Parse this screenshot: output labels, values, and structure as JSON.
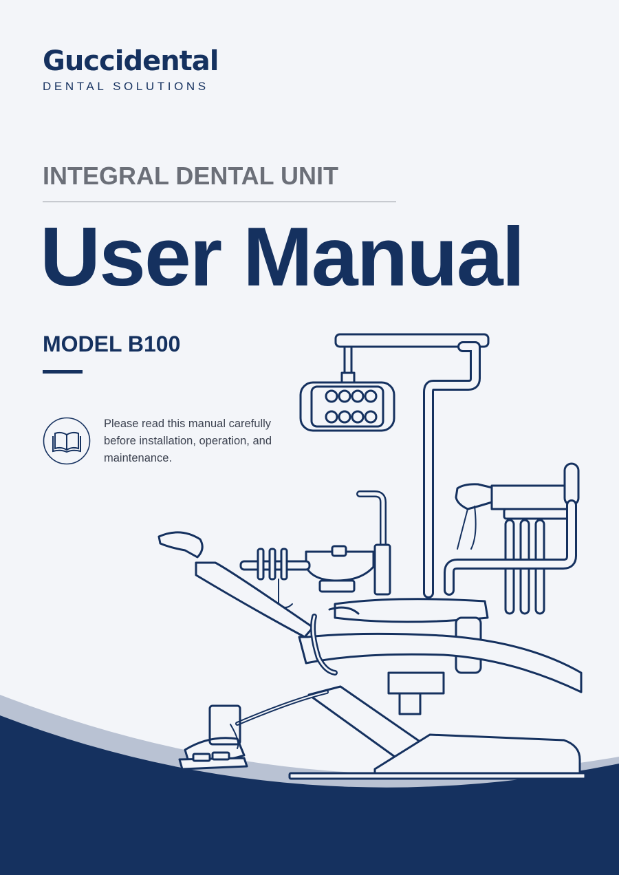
{
  "brand": {
    "name": "Guccidental",
    "tagline": "DENTAL SOLUTIONS"
  },
  "cover": {
    "subtitle": "INTEGRAL DENTAL UNIT",
    "title": "User Manual",
    "model": "MODEL B100",
    "notice": "Please read this manual carefully before installation, operation, and maintenance.",
    "notice_icon": "open-book-icon",
    "illustration_icon": "dental-chair-unit-illustration"
  },
  "colors": {
    "primary": "#15315f",
    "accent_grey": "#6b6f78",
    "background": "#f3f5f9",
    "wave_light": "#b9c2d3"
  }
}
